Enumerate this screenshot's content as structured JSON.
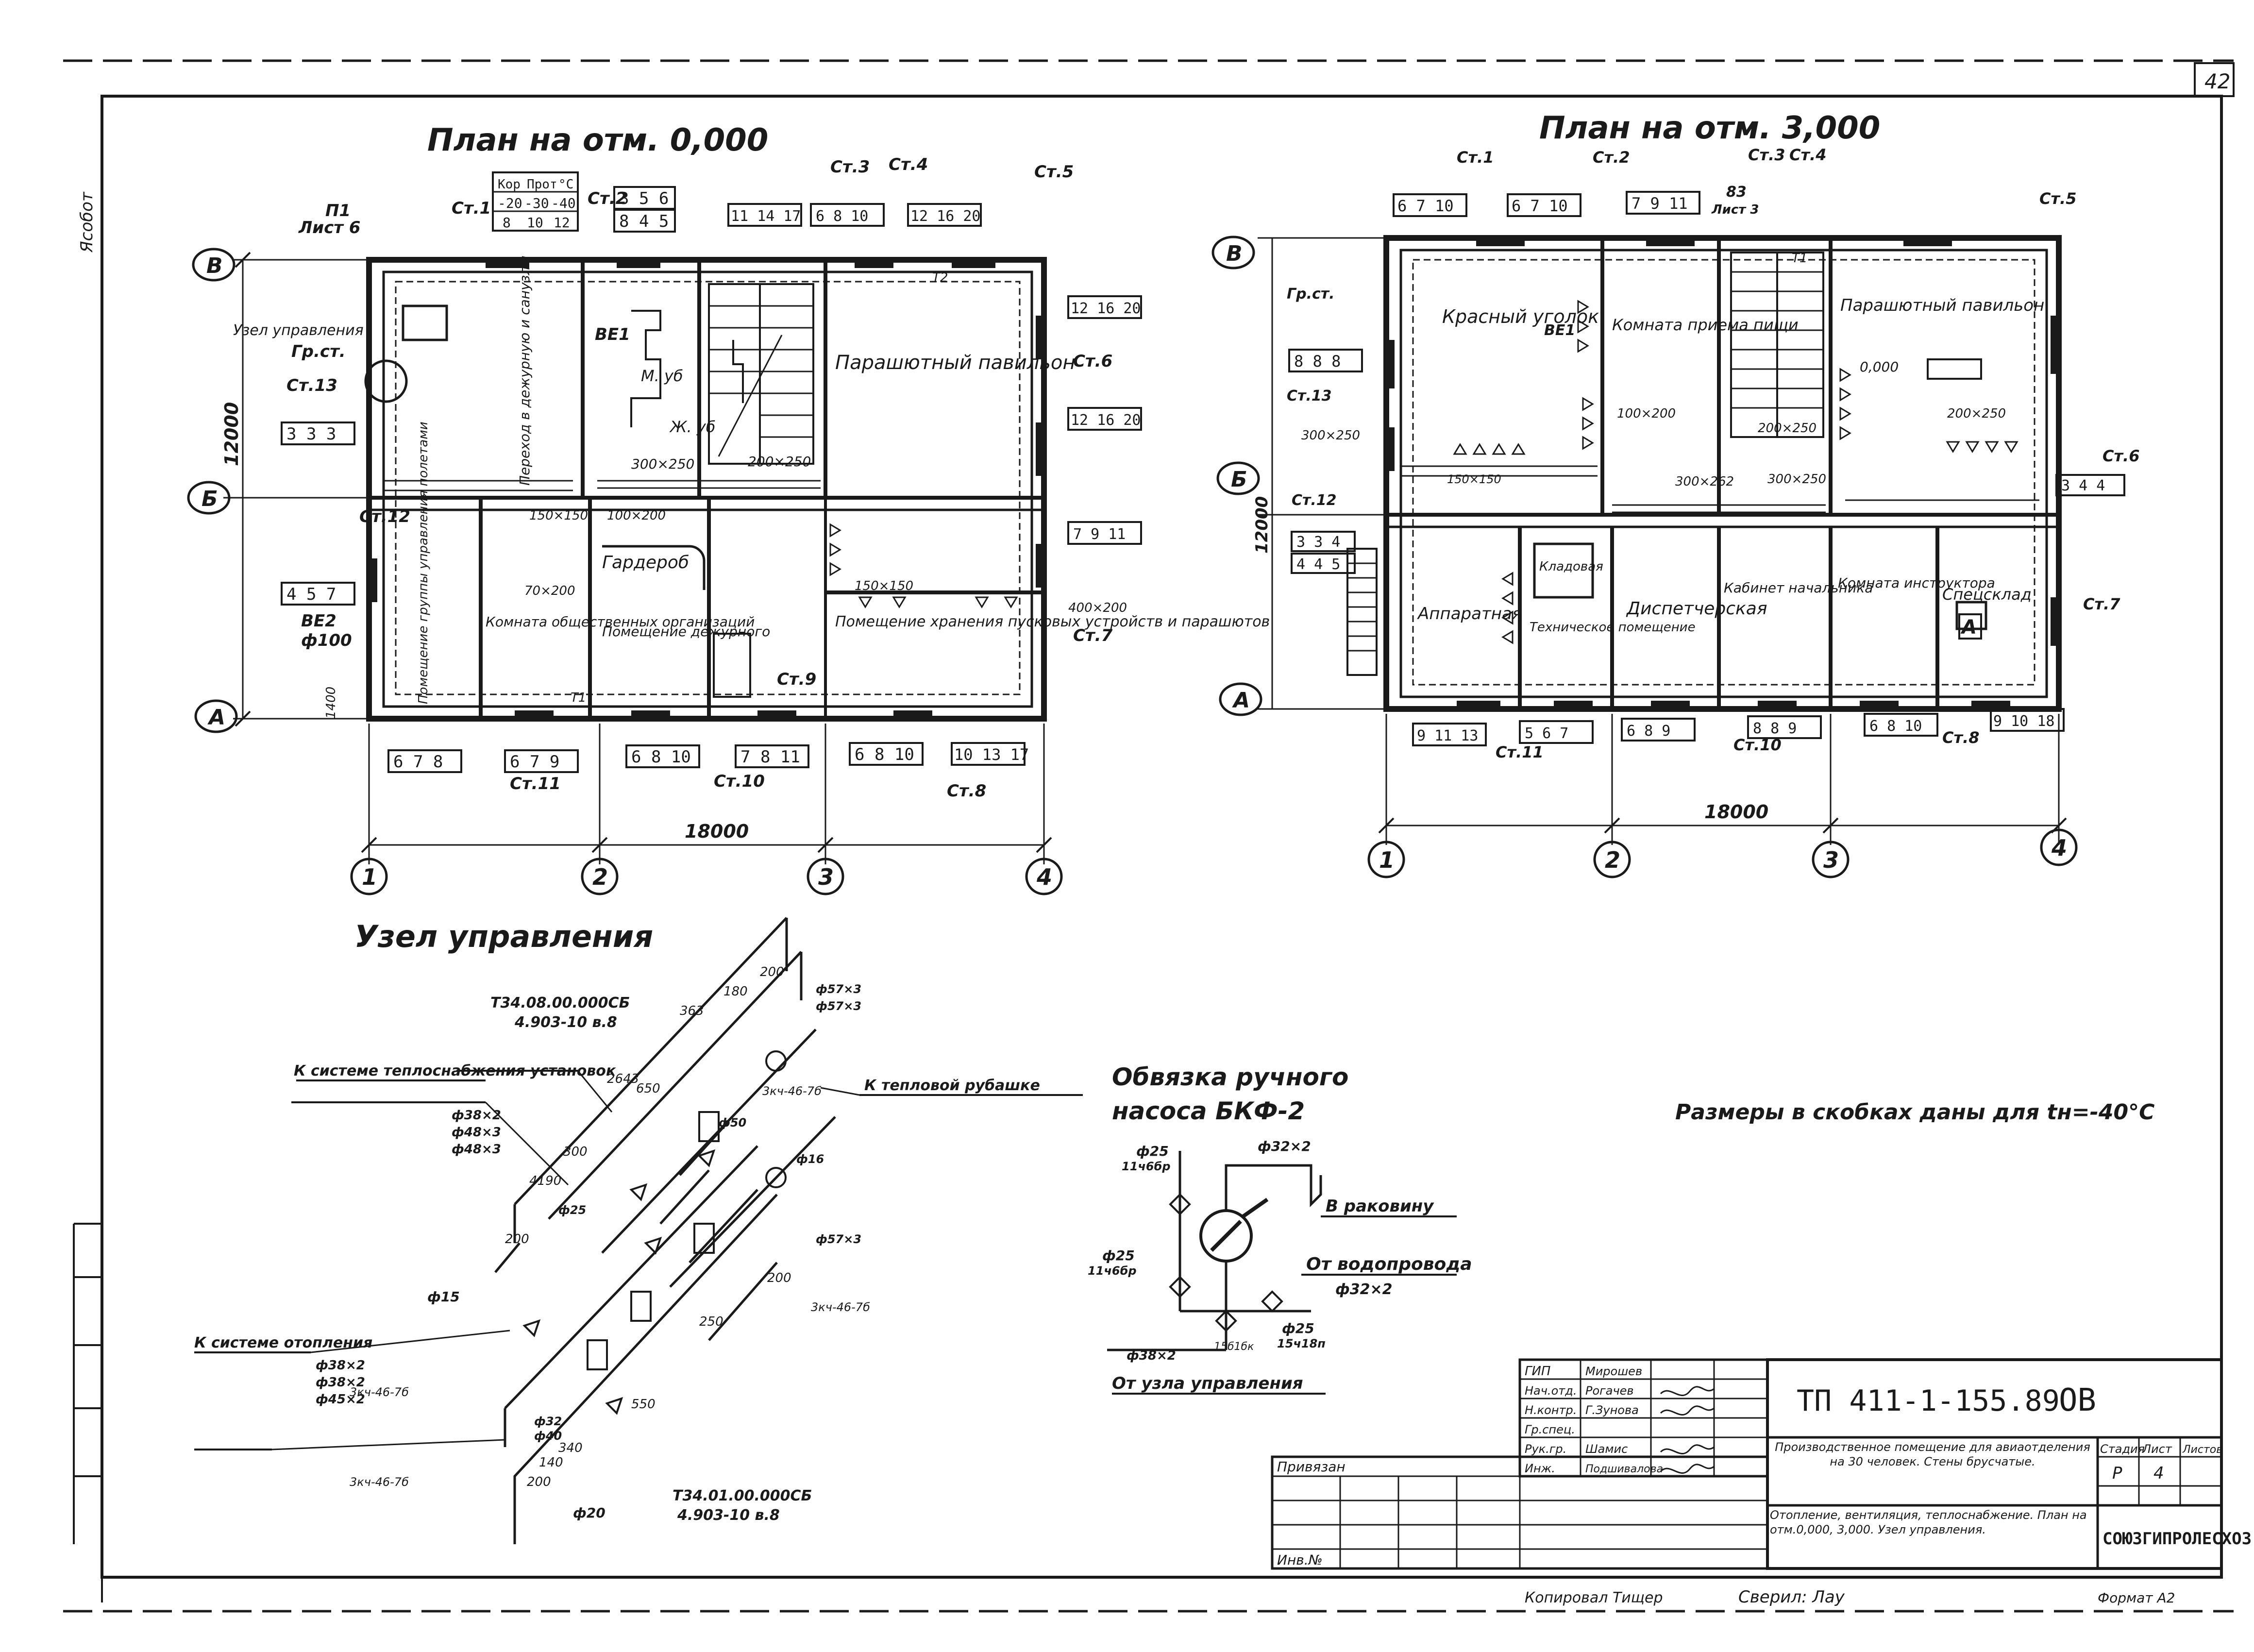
{
  "sheet": {
    "number": "42",
    "side_note": "Ясобот"
  },
  "plan1": {
    "title": "План на отм. 0,000",
    "rooms": [
      "Парашютный павильон",
      "Помещение хранения пусковых устройств и парашютов",
      "Комната общественных организаций",
      "Помещение дежурного",
      "Гардероб",
      "Помещение группы управления полетами",
      "Переход в дежурную и санузлы",
      "М. уб",
      "Ж. уб",
      "Узел управления"
    ],
    "risers": [
      "Ст.1",
      "Ст.2",
      "Ст.3",
      "Ст.4",
      "Ст.5",
      "Ст.6",
      "Ст.7",
      "Ст.8",
      "Ст.9",
      "Ст.10",
      "Ст.11",
      "Ст.12",
      "Ст.13",
      "Гр.ст."
    ],
    "tags": [
      "П1",
      "Лист 6",
      "ВЕ1",
      "ВЕ2",
      "ф100",
      "Т2",
      "Т1"
    ],
    "ducts": [
      "300×250",
      "200×250",
      "150×150",
      "100×200",
      "70×200",
      "400×200",
      "150×150"
    ],
    "tables": [
      [
        "Кор",
        "Прот",
        "°С"
      ],
      [
        "-20",
        "-30",
        "-40"
      ],
      [
        "8",
        "10",
        "12"
      ]
    ],
    "boxes": [
      "3 5 6",
      "8 4 5",
      "11 14 17",
      "6 8 10",
      "12 16 20",
      "12 16 20",
      "12 16 20",
      "3 3 3",
      "4 5 7",
      "7 9 11",
      "6 7 8",
      "6 7 9",
      "6 8 10",
      "7 8 11",
      "6 8 10",
      "10 13 17"
    ],
    "dim_total": "18000",
    "dim_side": "12000",
    "dim_small": "1400",
    "axes_v": [
      "1",
      "2",
      "3",
      "4"
    ],
    "axes_h": [
      "В",
      "Б",
      "А"
    ]
  },
  "plan2": {
    "title": "План на отм. 3,000",
    "rooms": [
      "Красный уголок",
      "Комната приема пищи",
      "Парашютный павильон",
      "Аппаратная",
      "Кладовая",
      "Техническое помещение",
      "Диспетчерская",
      "Кабинет начальника",
      "Комната инструктора",
      "Спецсклад"
    ],
    "risers": [
      "Ст.1",
      "Ст.2",
      "Ст.3",
      "Ст.4",
      "Ст.5",
      "Ст.6",
      "Ст.7",
      "Ст.8",
      "Ст.10",
      "Ст.11",
      "Ст.12",
      "Ст.13",
      "Гр.ст."
    ],
    "tags": [
      "ВЕ1",
      "83",
      "Лист 3",
      "0,000",
      "А",
      "Т1"
    ],
    "ducts": [
      "300×250",
      "150×150",
      "100×200",
      "200×250",
      "300×262",
      "300×250",
      "200×250"
    ],
    "boxes": [
      "6 7 10",
      "6 7 10",
      "7 9 11",
      "8 8 8",
      "3 3 4",
      "4 4 5",
      "3 4 4",
      "9 11 13",
      "5 6 7",
      "6 8 9",
      "8 8 9",
      "6 8 10",
      "9 10 18"
    ],
    "dim_total": "18000",
    "dim_side": "12000",
    "axes_v": [
      "1",
      "2",
      "3",
      "4"
    ],
    "axes_h": [
      "В",
      "Б",
      "А"
    ]
  },
  "iso": {
    "title": "Узел управления",
    "labels": [
      "К системе теплоснабжения установок",
      "К тепловой рубашке",
      "К системе отопления",
      "Т34.08.00.000СБ",
      "4.903-10 в.8",
      "Т34.01.00.000СБ",
      "4.903-10 в.8",
      "3кч-46-7б",
      "3кч-46-7б",
      "3кч-46-7б",
      "3кч-46-7б"
    ],
    "pipes": [
      "ф38×2",
      "ф48×3",
      "ф48×3",
      "ф38×2",
      "ф38×2",
      "ф45×2",
      "ф57×3",
      "ф57×3",
      "ф57×3",
      "ф15",
      "ф20",
      "ф32",
      "ф40",
      "ф50",
      "ф25",
      "ф16"
    ],
    "dims": [
      "363",
      "180",
      "200",
      "2643",
      "650",
      "300",
      "4190",
      "200",
      "250",
      "550",
      "200",
      "140",
      "340",
      "200"
    ]
  },
  "pump": {
    "title_line1": "Обвязка ручного",
    "title_line2": "насоса БКФ-2",
    "labels": [
      "ф25",
      "11ч6бр",
      "ф32×2",
      "В раковину",
      "ф25",
      "11ч6бр",
      "От водопровода",
      "ф32×2",
      "ф25",
      "15ч18п",
      "ф38×2",
      "От узла управления",
      "15б1бк"
    ]
  },
  "note": "Размеры в скобках даны для tн=-40°С",
  "titleblock": {
    "code": "ТП 411-1-155.89",
    "mark": "ОВ",
    "roles": [
      "ГИП",
      "Нач.отд.",
      "Н.контр.",
      "Гр.спец.",
      "Рук.гр.",
      "Инж."
    ],
    "names": [
      "Мирошев",
      "Рогачев",
      "Г.Зунова",
      "",
      "Шамис",
      "Подшивалова"
    ],
    "privyazan": "Привязан",
    "inv": "Инв.№",
    "desc1": "Производственное помещение для авиаотделения на 30 человек. Стены бруcчатые.",
    "desc2": "Отопление, вентиляция, теплоснабжение. План на отм.0,000, 3,000. Узел управления.",
    "stage_h": "Стадия",
    "sheet_h": "Лист",
    "sheets_h": "Листов",
    "stage": "Р",
    "sheet": "4",
    "org": "СОЮЗГИПРОЛЕСХОЗ"
  },
  "footer": {
    "copied": "Копировал Тищер",
    "checked": "Сверил: Лау",
    "format": "Формат А2"
  }
}
